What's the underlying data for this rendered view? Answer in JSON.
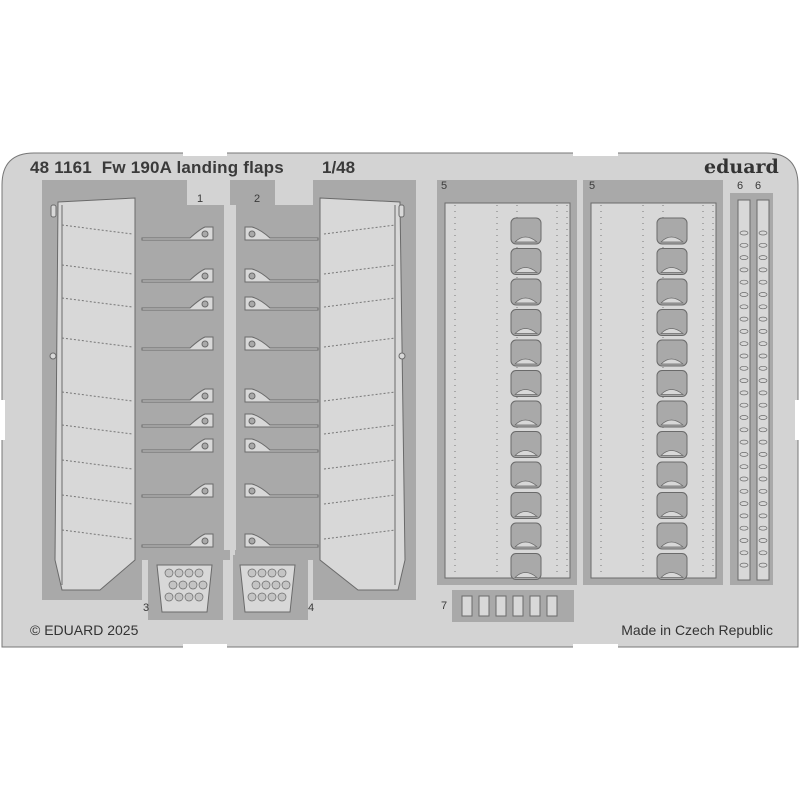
{
  "header": {
    "code": "48 1161",
    "title": "Fw 190A landing flaps",
    "scale": "1/48",
    "brand": "eduard"
  },
  "footer": {
    "copyright": "© EDUARD 2025",
    "origin": "Made in Czech Republic"
  },
  "part_labels": {
    "p1": "1",
    "p2": "2",
    "p3": "3",
    "p4": "4",
    "p5a": "5",
    "p5b": "5",
    "p6a": "6",
    "p6b": "6",
    "p7": "7"
  },
  "colors": {
    "fret": "#d3d3d3",
    "cutout": "#a9a9a9",
    "part": "#d8d8d8",
    "outline": "#6a6a6a",
    "text": "#3a3a3a"
  }
}
